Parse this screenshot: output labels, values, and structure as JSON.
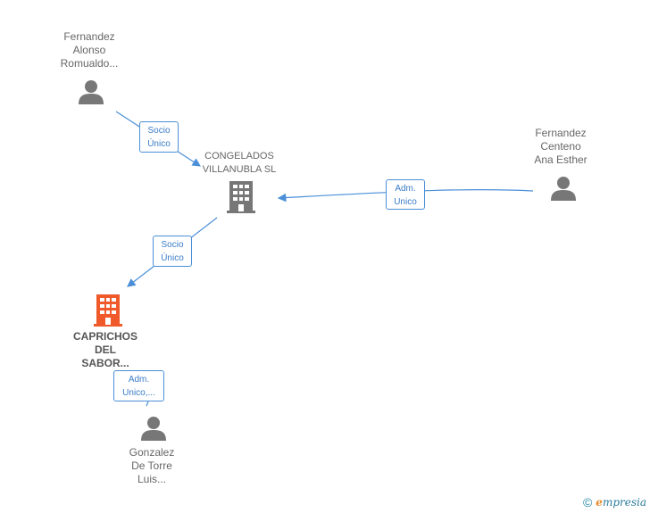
{
  "nodes": {
    "person_top_left": [
      "Fernandez",
      "Alonso",
      "Romualdo..."
    ],
    "company_center": [
      "CONGELADOS",
      "VILLANUBLA SL"
    ],
    "person_right": [
      "Fernandez",
      "Centeno",
      "Ana Esther"
    ],
    "company_main": [
      "CAPRICHOS",
      "DEL",
      "SABOR..."
    ],
    "person_bottom": [
      "Gonzalez",
      "De Torre",
      "Luis..."
    ]
  },
  "edges": {
    "socio_top": [
      "Socio",
      "Único"
    ],
    "adm_right": [
      "Adm.",
      "Unico"
    ],
    "socio_mid": [
      "Socio",
      "Único"
    ],
    "adm_bottom": [
      "Adm.",
      "Unico,..."
    ]
  },
  "footer": {
    "copyright_symbol": "©",
    "brand_initial": "e",
    "brand_rest": "mpresia"
  },
  "colors": {
    "edge": "#4a8fd8",
    "person_icon": "#777777",
    "company_icon": "#777777",
    "company_main_icon": "#f05a2a"
  }
}
